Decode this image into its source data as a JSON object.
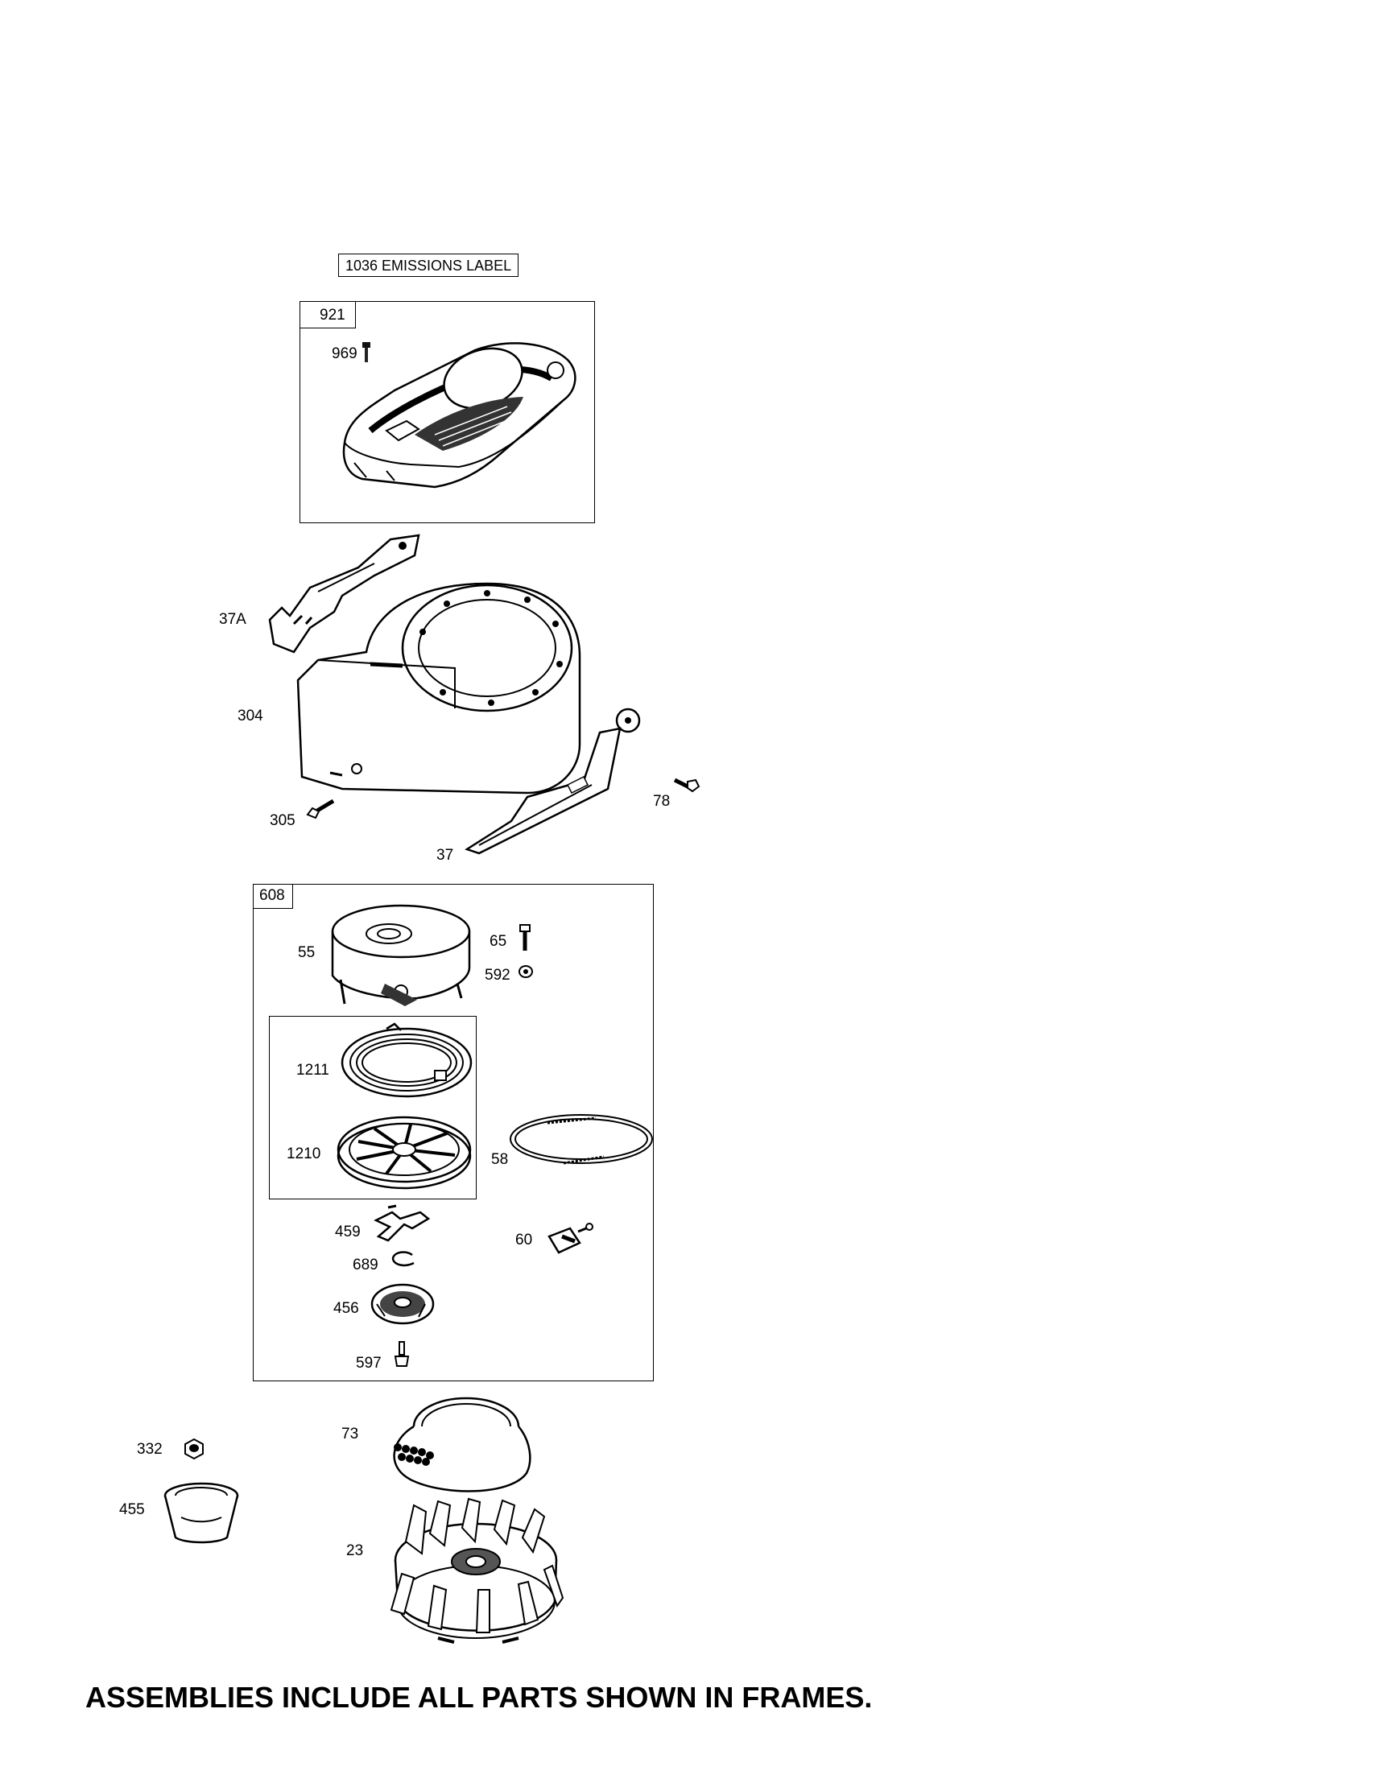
{
  "emissions_label": "1036 EMISSIONS LABEL",
  "frames": {
    "shroud_cover_frame": "921",
    "starter_frame": "608"
  },
  "parts": {
    "p969": "969",
    "p37A": "37A",
    "p304": "304",
    "p305": "305",
    "p37": "37",
    "p78": "78",
    "p55": "55",
    "p65": "65",
    "p592": "592",
    "p1211": "1211",
    "p1210": "1210",
    "p58": "58",
    "p459": "459",
    "p60": "60",
    "p689": "689",
    "p456": "456",
    "p597": "597",
    "p332": "332",
    "p455": "455",
    "p73": "73",
    "p23": "23"
  },
  "footer_note": "ASSEMBLIES INCLUDE ALL PARTS SHOWN IN FRAMES."
}
